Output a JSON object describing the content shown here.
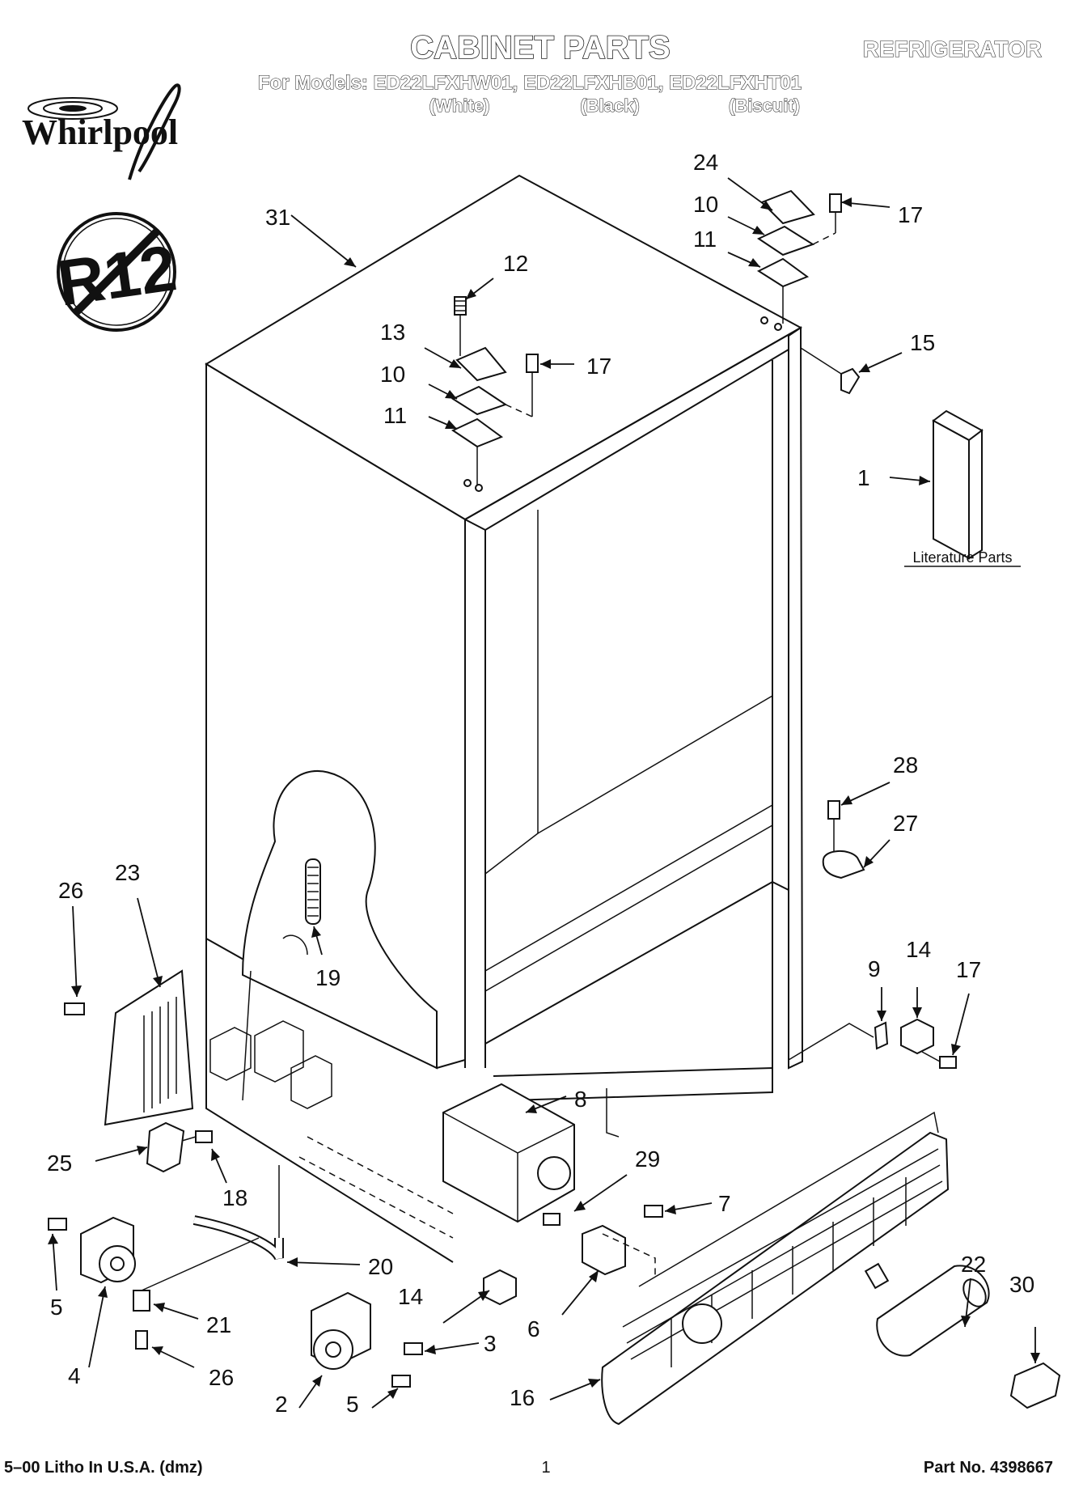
{
  "header": {
    "title": "CABINET PARTS",
    "category": "REFRIGERATOR",
    "models_line": "For Models: ED22LFXHW01, ED22LFXHB01, ED22LFXHT01",
    "colors": [
      "(White)",
      "(Black)",
      "(Biscuit)"
    ]
  },
  "brand": {
    "logo_text": "Whirlpool",
    "refrigerant_badge": "R12"
  },
  "literature_label": "Literature Parts",
  "callouts": [
    {
      "id": "c31",
      "num": "31"
    },
    {
      "id": "c24",
      "num": "24"
    },
    {
      "id": "c17a",
      "num": "17"
    },
    {
      "id": "c10a",
      "num": "10"
    },
    {
      "id": "c11a",
      "num": "11"
    },
    {
      "id": "c12",
      "num": "12"
    },
    {
      "id": "c13",
      "num": "13"
    },
    {
      "id": "c17b",
      "num": "17"
    },
    {
      "id": "c10b",
      "num": "10"
    },
    {
      "id": "c11b",
      "num": "11"
    },
    {
      "id": "c15",
      "num": "15"
    },
    {
      "id": "c1",
      "num": "1"
    },
    {
      "id": "c28",
      "num": "28"
    },
    {
      "id": "c27",
      "num": "27"
    },
    {
      "id": "c26a",
      "num": "26"
    },
    {
      "id": "c23",
      "num": "23"
    },
    {
      "id": "c19",
      "num": "19"
    },
    {
      "id": "c9",
      "num": "9"
    },
    {
      "id": "c14a",
      "num": "14"
    },
    {
      "id": "c17c",
      "num": "17"
    },
    {
      "id": "c8",
      "num": "8"
    },
    {
      "id": "c25",
      "num": "25"
    },
    {
      "id": "c18",
      "num": "18"
    },
    {
      "id": "c29",
      "num": "29"
    },
    {
      "id": "c7",
      "num": "7"
    },
    {
      "id": "c20",
      "num": "20"
    },
    {
      "id": "c22",
      "num": "22"
    },
    {
      "id": "c5a",
      "num": "5"
    },
    {
      "id": "c14b",
      "num": "14"
    },
    {
      "id": "c3",
      "num": "3"
    },
    {
      "id": "c6",
      "num": "6"
    },
    {
      "id": "c30",
      "num": "30"
    },
    {
      "id": "c21",
      "num": "21"
    },
    {
      "id": "c4",
      "num": "4"
    },
    {
      "id": "c26b",
      "num": "26"
    },
    {
      "id": "c2",
      "num": "2"
    },
    {
      "id": "c5b",
      "num": "5"
    },
    {
      "id": "c16",
      "num": "16"
    }
  ],
  "footer": {
    "print_info": "5–00 Litho In U.S.A. (dmz)",
    "page_number": "1",
    "part_number": "Part No. 4398667"
  }
}
